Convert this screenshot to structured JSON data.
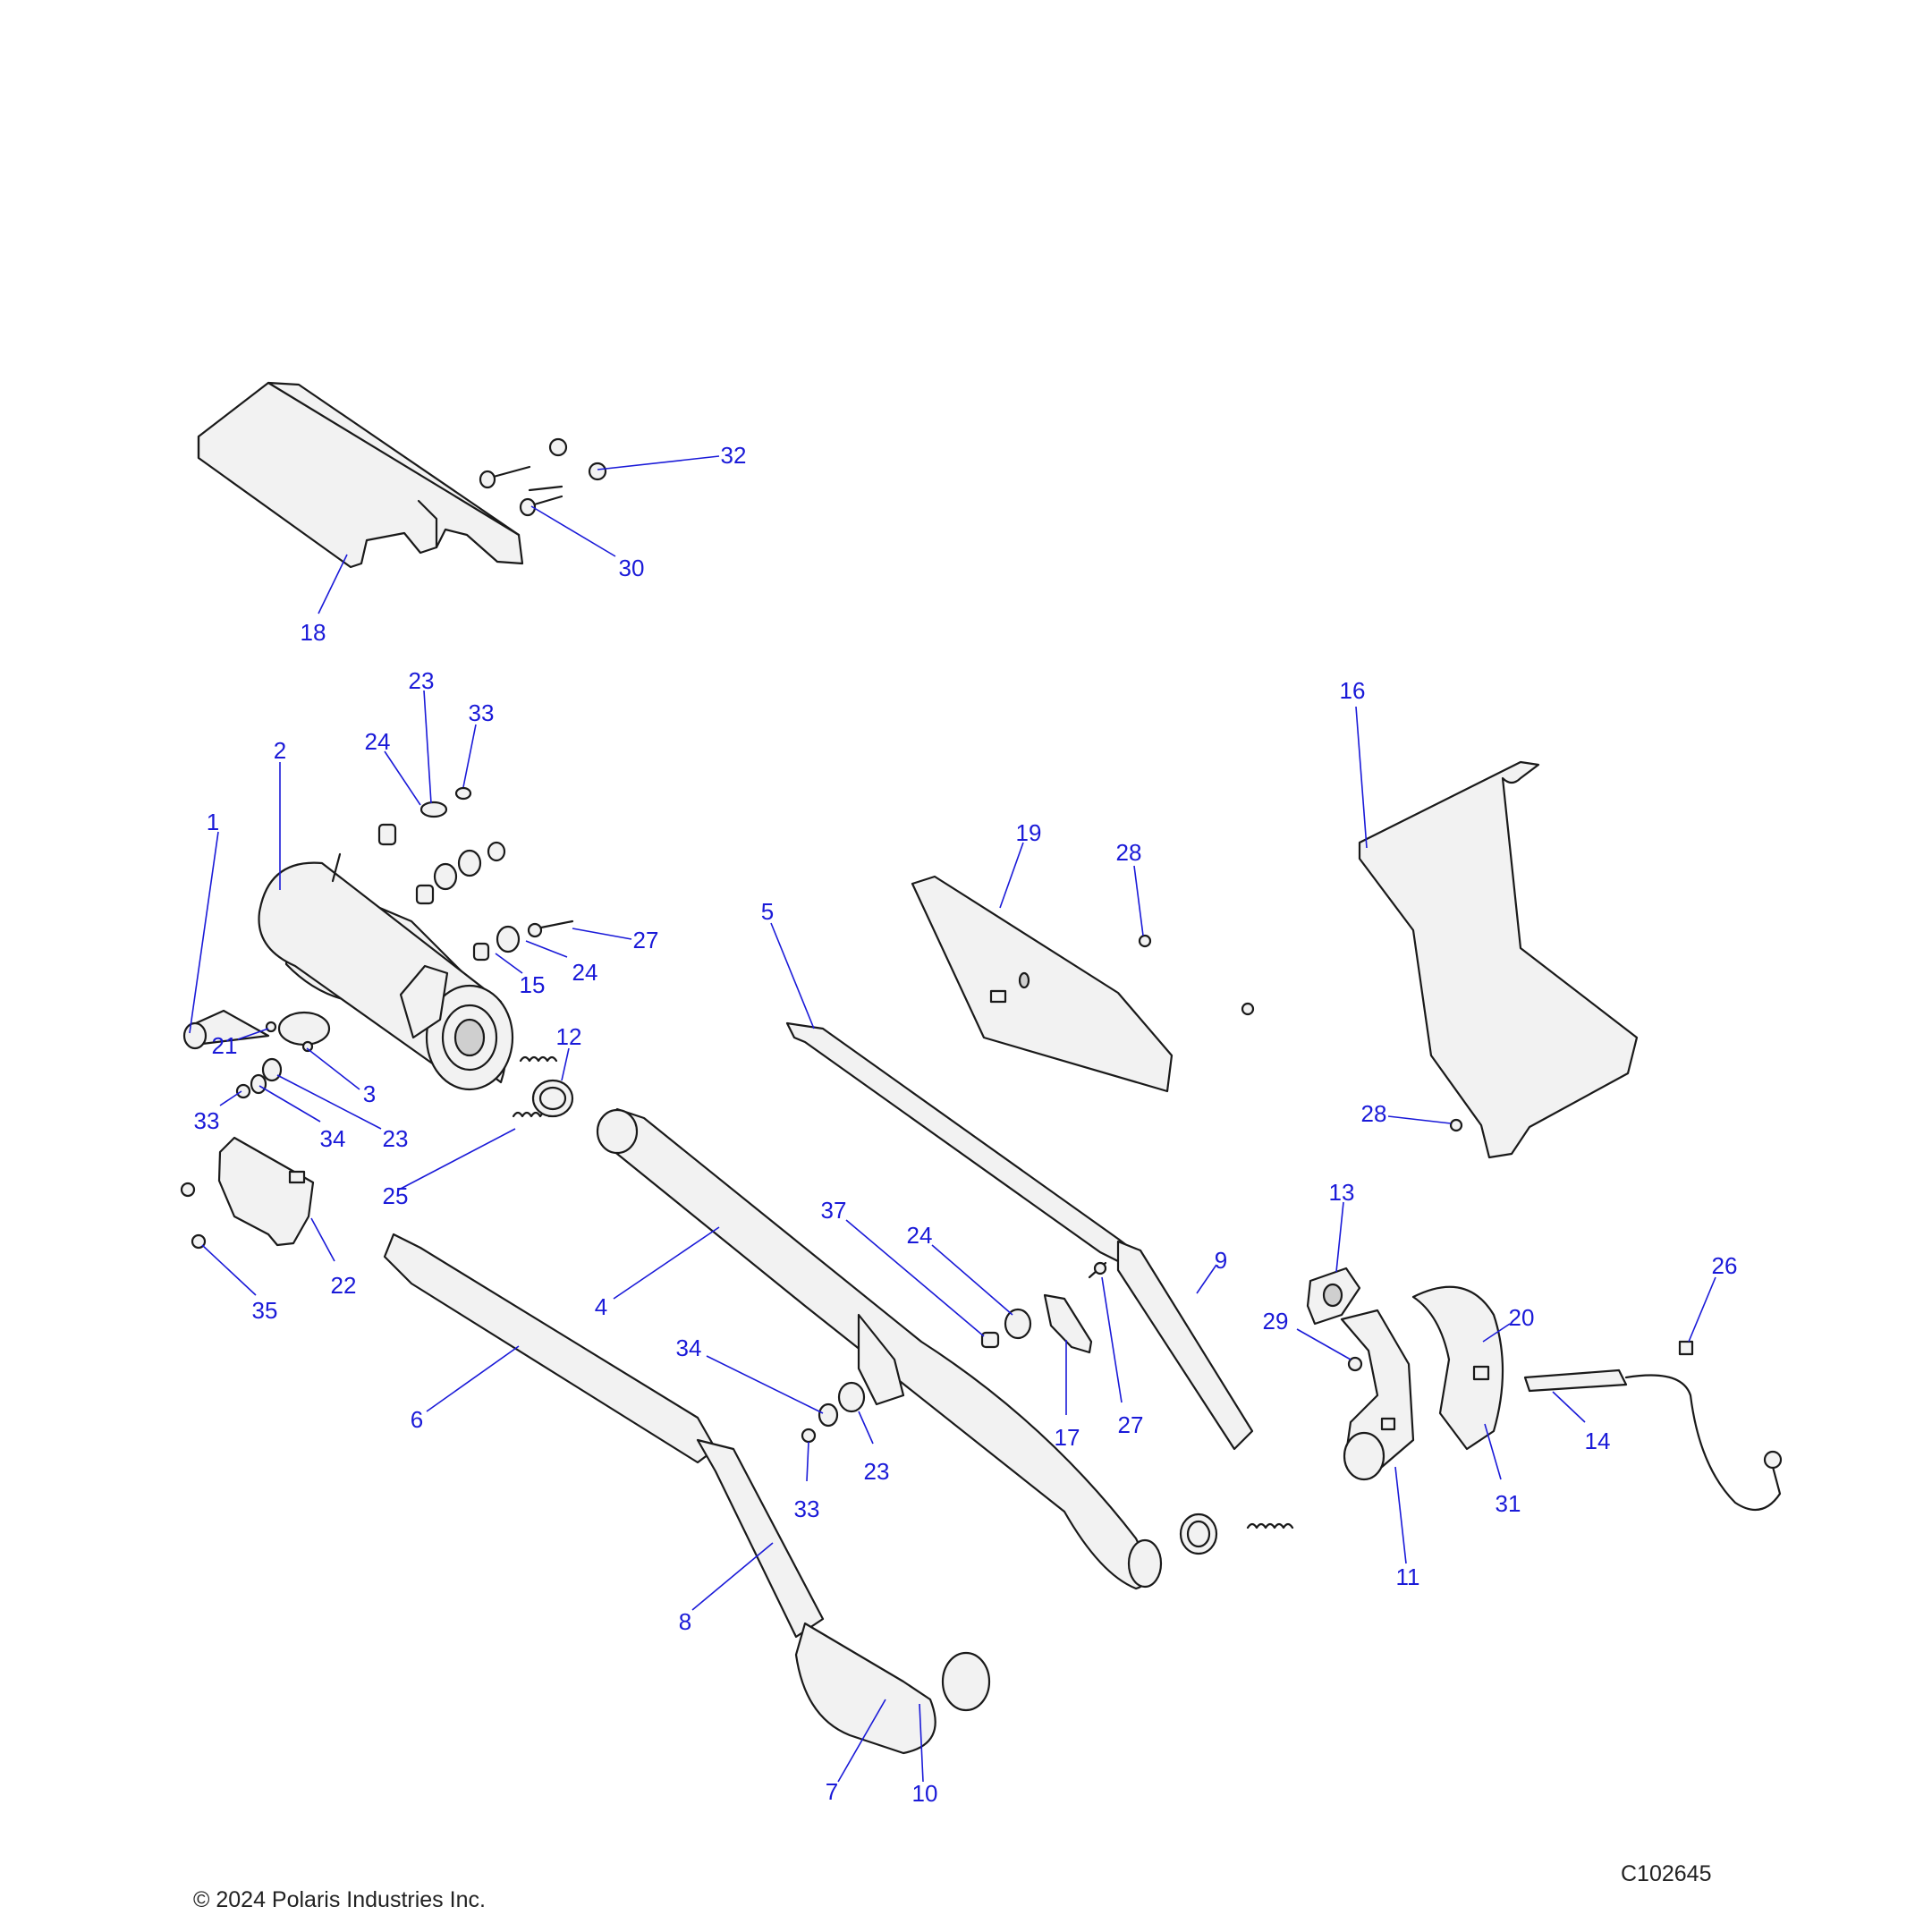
{
  "footer": {
    "copyright": "© 2024 Polaris Industries Inc.",
    "figure_id": "C102645"
  },
  "callouts": {
    "c1": "1",
    "c2": "2",
    "c3": "3",
    "c4": "4",
    "c5": "5",
    "c6": "6",
    "c7": "7",
    "c8": "8",
    "c9": "9",
    "c10": "10",
    "c11": "11",
    "c12": "12",
    "c13": "13",
    "c14": "14",
    "c15": "15",
    "c16": "16",
    "c17": "17",
    "c18": "18",
    "c19": "19",
    "c20": "20",
    "c21": "21",
    "c22": "22",
    "c23a": "23",
    "c23b": "23",
    "c23c": "23",
    "c24a": "24",
    "c24b": "24",
    "c24c": "24",
    "c25": "25",
    "c26": "26",
    "c27a": "27",
    "c27b": "27",
    "c28a": "28",
    "c28b": "28",
    "c29": "29",
    "c30": "30",
    "c31": "31",
    "c32": "32",
    "c33a": "33",
    "c33b": "33",
    "c33c": "33",
    "c34a": "34",
    "c34b": "34",
    "c35": "35",
    "c37": "37"
  },
  "colors": {
    "callout": "#1a1ad8",
    "line": "#1a1a1a",
    "part_fill": "#f2f2f2"
  }
}
